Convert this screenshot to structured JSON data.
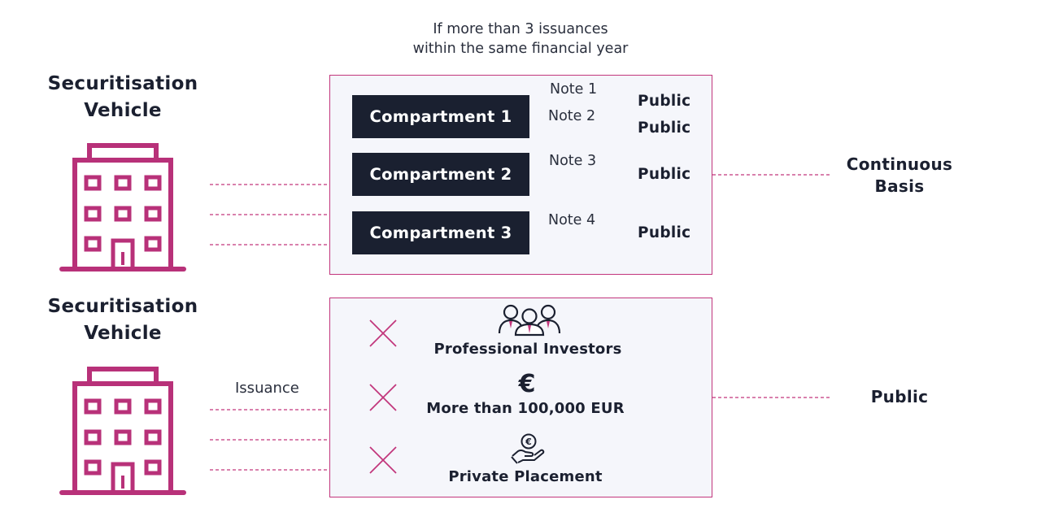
{
  "header": {
    "condition": "If more than 3 issuances\nwithin the same financial year"
  },
  "vehicles": [
    {
      "title": "Securitisation\nVehicle"
    },
    {
      "title": "Securitisation\nVehicle"
    }
  ],
  "upper_panel": {
    "compartments": [
      {
        "label": "Compartment 1",
        "notes": [
          {
            "note": "Note 1",
            "result": "Public"
          },
          {
            "note": "Note 2",
            "result": "Public"
          }
        ]
      },
      {
        "label": "Compartment 2",
        "notes": [
          {
            "note": "Note 3",
            "result": "Public"
          }
        ]
      },
      {
        "label": "Compartment 3",
        "notes": [
          {
            "note": "Note 4",
            "result": "Public"
          }
        ]
      }
    ],
    "outcome": "Continuous\nBasis"
  },
  "lower_panel": {
    "issuance_label": "Issuance",
    "criteria": [
      {
        "label": "Professional Investors",
        "icon": "investors-icon",
        "excluded": true
      },
      {
        "label": "More than 100,000 EUR",
        "icon": "euro-icon",
        "symbol": "€",
        "excluded": true
      },
      {
        "label": "Private Placement",
        "icon": "hand-coin-icon",
        "excluded": true
      }
    ],
    "outcome": "Public"
  },
  "colors": {
    "accent": "#c2367c",
    "dark": "#1a2030",
    "panel_bg": "#f5f6fb"
  }
}
